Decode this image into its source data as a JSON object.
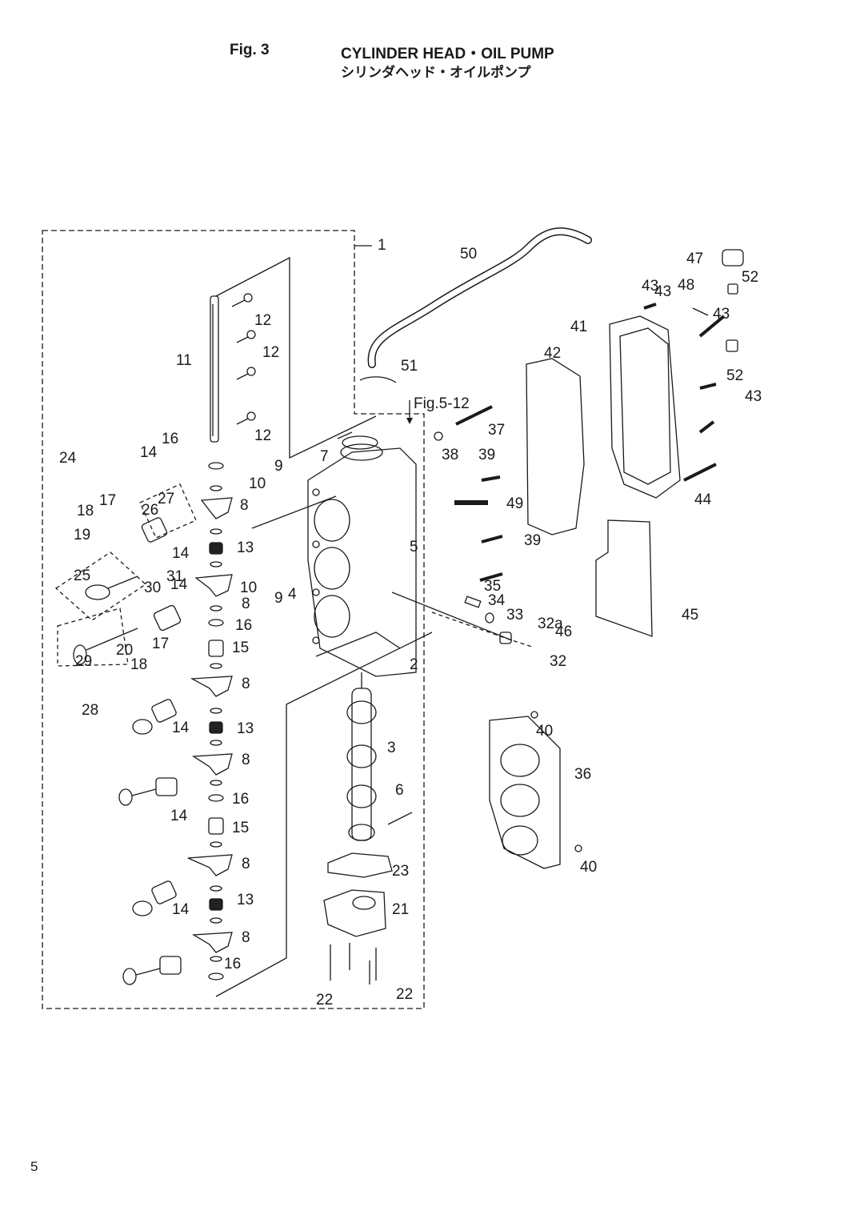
{
  "header": {
    "fig_number": "Fig. 3",
    "title_en": "CYLINDER HEAD・OIL PUMP",
    "title_jp": "シリンダヘッド・オイルポンプ"
  },
  "page_number": "5",
  "cross_reference": "Fig.5-12",
  "callouts": [
    "1",
    "2",
    "3",
    "4",
    "5",
    "6",
    "7",
    "8",
    "8",
    "8",
    "8",
    "8",
    "8",
    "9",
    "9",
    "10",
    "10",
    "11",
    "12",
    "12",
    "12",
    "13",
    "13",
    "13",
    "14",
    "14",
    "14",
    "14",
    "14",
    "14",
    "15",
    "15",
    "16",
    "16",
    "16",
    "16",
    "17",
    "17",
    "18",
    "18",
    "19",
    "20",
    "21",
    "22",
    "22",
    "23",
    "24",
    "25",
    "26",
    "27",
    "28",
    "29",
    "30",
    "31",
    "32",
    "32a",
    "33",
    "34",
    "35",
    "36",
    "37",
    "38",
    "39",
    "39",
    "40",
    "40",
    "41",
    "42",
    "43",
    "43",
    "43",
    "43",
    "44",
    "45",
    "46",
    "47",
    "48",
    "49",
    "50",
    "51",
    "52",
    "52"
  ]
}
